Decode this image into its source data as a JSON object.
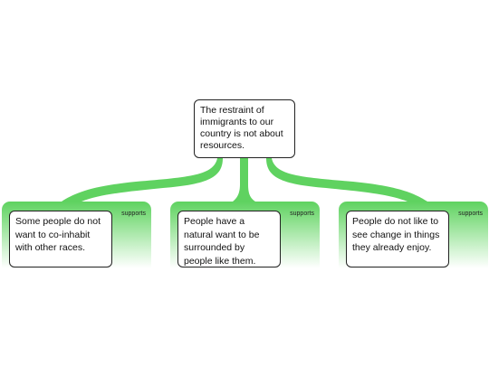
{
  "claim": {
    "text": "The restraint of immigrants to our country is not about resources."
  },
  "premises": [
    {
      "text": "Some people do not want to co-inhabit with other races.",
      "relation": "supports"
    },
    {
      "text": "People have a natural want to be surrounded by people like them.",
      "relation": "supports"
    },
    {
      "text": "People do not like to see change in things they already enjoy.",
      "relation": "supports"
    }
  ],
  "colors": {
    "connector": "#5fd260",
    "panel_top": "#5fd260",
    "panel_bottom": "#ffffff",
    "box_border": "#222222"
  }
}
